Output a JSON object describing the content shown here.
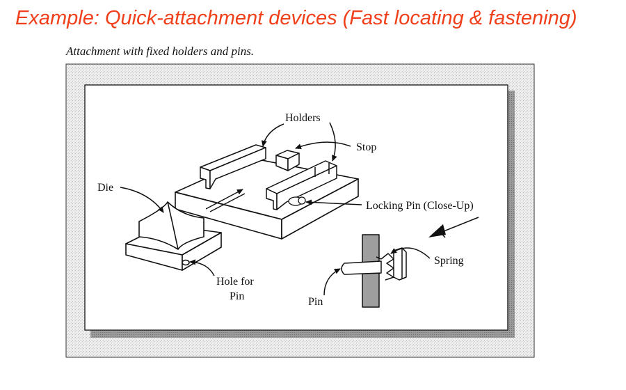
{
  "title": "Example: Quick-attachment devices (Fast locating & fastening)",
  "caption": "Attachment with fixed holders and pins.",
  "labels": {
    "holders": "Holders",
    "stop": "Stop",
    "die": "Die",
    "locking_pin": "Locking Pin (Close-Up)",
    "spring": "Spring",
    "hole_line1": "Hole for",
    "hole_line2": "Pin",
    "pin": "Pin"
  },
  "colors": {
    "title": "#f0401b",
    "line": "#111111",
    "frame_shadow": "#7a7a7a",
    "frame_stipple": "#d9d9d9"
  }
}
